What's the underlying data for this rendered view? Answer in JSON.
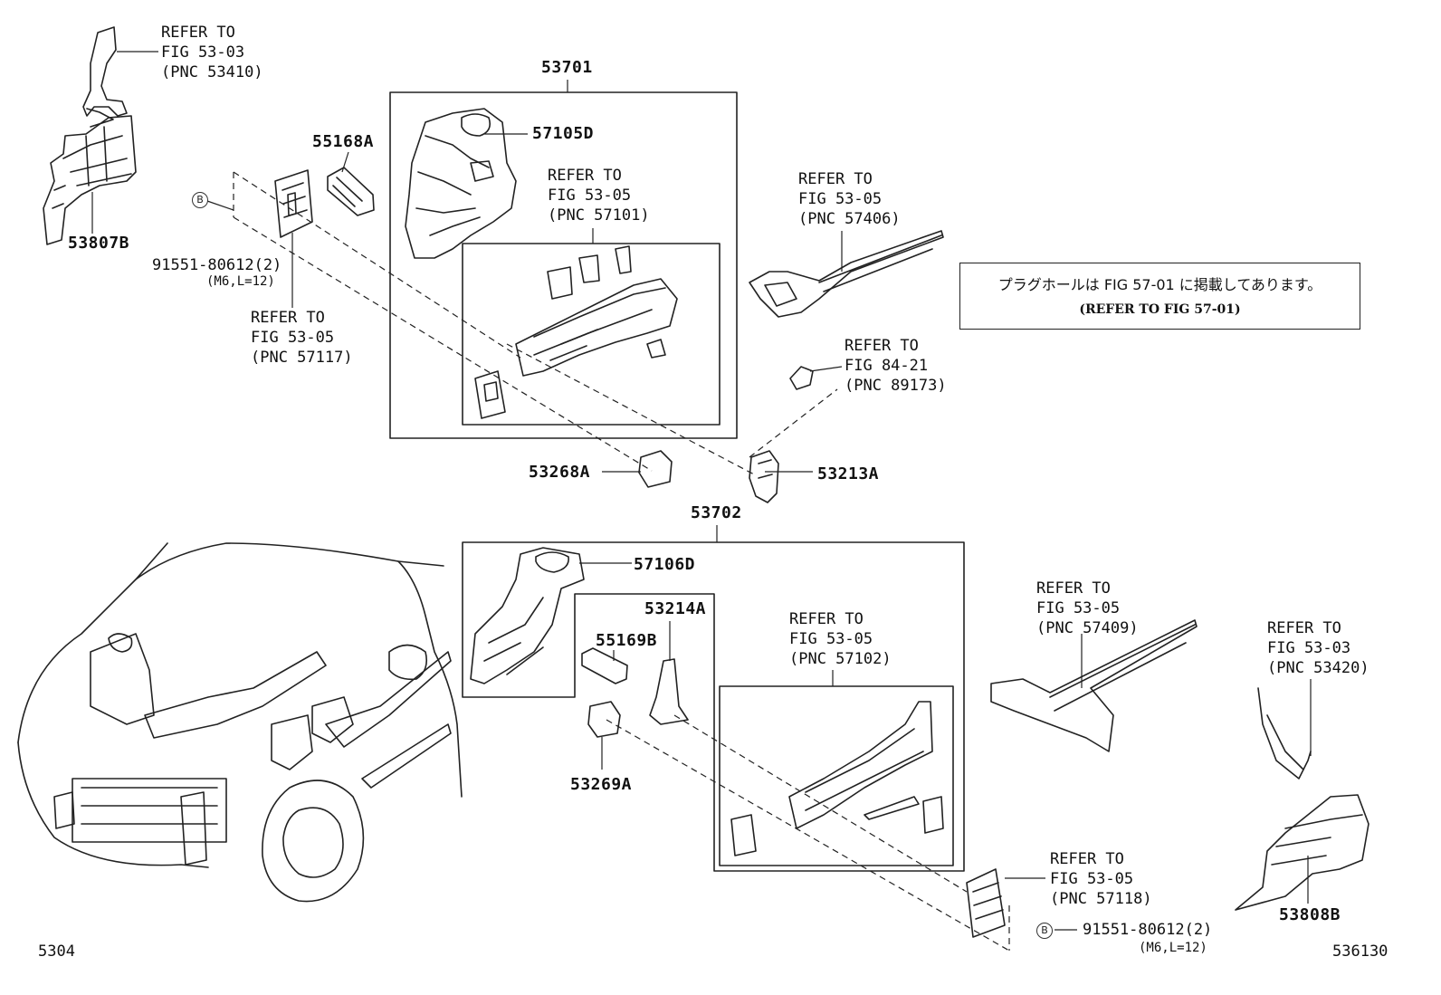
{
  "part_numbers": {
    "p53701": "53701",
    "p57105D": "57105D",
    "p55168A": "55168A",
    "p53807B": "53807B",
    "p53268A": "53268A",
    "p53213A": "53213A",
    "p53702": "53702",
    "p57106D": "57106D",
    "p53214A": "53214A",
    "p55169B": "55169B",
    "p53269A": "53269A",
    "p53808B": "53808B"
  },
  "bolts": {
    "top": {
      "marker": "B",
      "pn": "91551-80612(2)",
      "spec": "(M6,L=12)"
    },
    "bottom": {
      "marker": "B",
      "pn": "91551-80612(2)",
      "spec": "(M6,L=12)"
    }
  },
  "refs": {
    "r53410": {
      "line1": "REFER TO",
      "line2": "FIG 53-03",
      "line3": "(PNC 53410)"
    },
    "r57117": {
      "line1": "REFER TO",
      "line2": "FIG 53-05",
      "line3": "(PNC 57117)"
    },
    "r57101": {
      "line1": "REFER TO",
      "line2": "FIG 53-05",
      "line3": "(PNC 57101)"
    },
    "r57406": {
      "line1": "REFER TO",
      "line2": "FIG 53-05",
      "line3": "(PNC 57406)"
    },
    "r89173": {
      "line1": "REFER TO",
      "line2": "FIG 84-21",
      "line3": "(PNC 89173)"
    },
    "r57102": {
      "line1": "REFER TO",
      "line2": "FIG 53-05",
      "line3": "(PNC 57102)"
    },
    "r57409": {
      "line1": "REFER TO",
      "line2": "FIG 53-05",
      "line3": "(PNC 57409)"
    },
    "r53420": {
      "line1": "REFER TO",
      "line2": "FIG 53-03",
      "line3": "(PNC 53420)"
    },
    "r57118": {
      "line1": "REFER TO",
      "line2": "FIG 53-05",
      "line3": "(PNC 57118)"
    }
  },
  "note": {
    "jp": "プラグホールは FIG 57-01 に掲載してあります。",
    "en": "(REFER TO FIG 57-01)"
  },
  "footer": {
    "left_code": "5304",
    "right_code": "536130"
  }
}
